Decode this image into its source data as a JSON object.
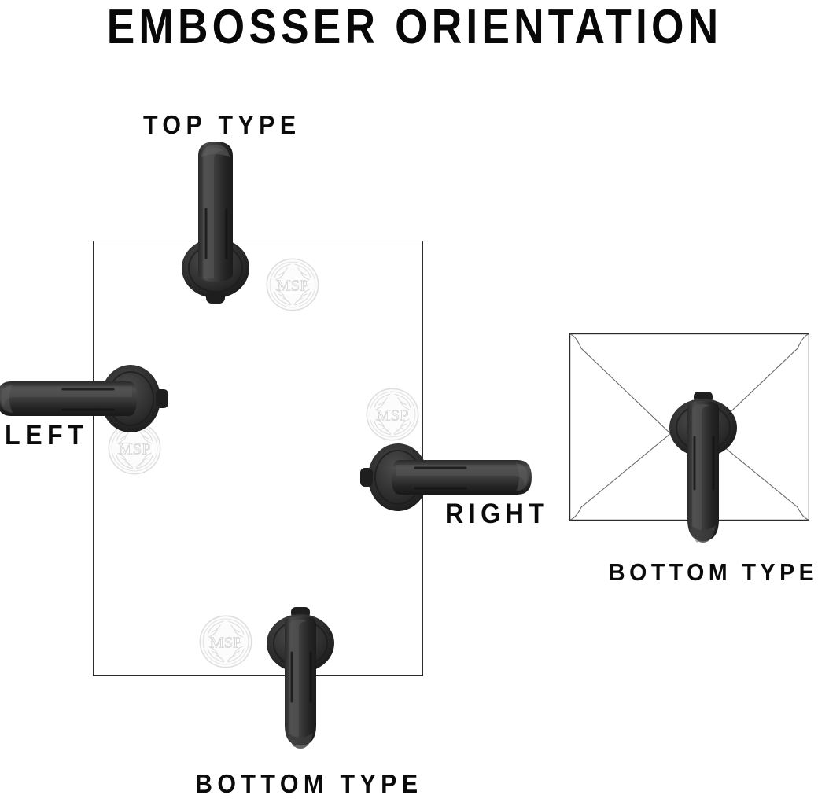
{
  "page": {
    "title": "EMBOSSER ORIENTATION",
    "background_color": "#ffffff",
    "text_color": "#0b0b0b",
    "outline_color": "#2b2b2b",
    "embosser_color": "#2f2f2f",
    "seal_color": "#d8d8d8"
  },
  "labels": {
    "top_type": "TOP TYPE",
    "left": "LEFT",
    "right": "RIGHT",
    "bottom_type_page": "BOTTOM TYPE",
    "bottom_type_envelope": "BOTTOM TYPE"
  },
  "seal": {
    "monogram": "MSP",
    "description": "embossed-wreath-seal"
  },
  "diagram": {
    "paper_label": "paper-sheet",
    "envelope_label": "envelope",
    "embossers": [
      {
        "name": "embosser-top",
        "orientation": "top-type",
        "edge": "top"
      },
      {
        "name": "embosser-left",
        "orientation": "left",
        "edge": "left"
      },
      {
        "name": "embosser-right",
        "orientation": "right",
        "edge": "right"
      },
      {
        "name": "embosser-bottom",
        "orientation": "bottom-type",
        "edge": "bottom"
      },
      {
        "name": "embosser-envelope",
        "orientation": "bottom-type",
        "edge": "envelope-bottom"
      }
    ]
  }
}
